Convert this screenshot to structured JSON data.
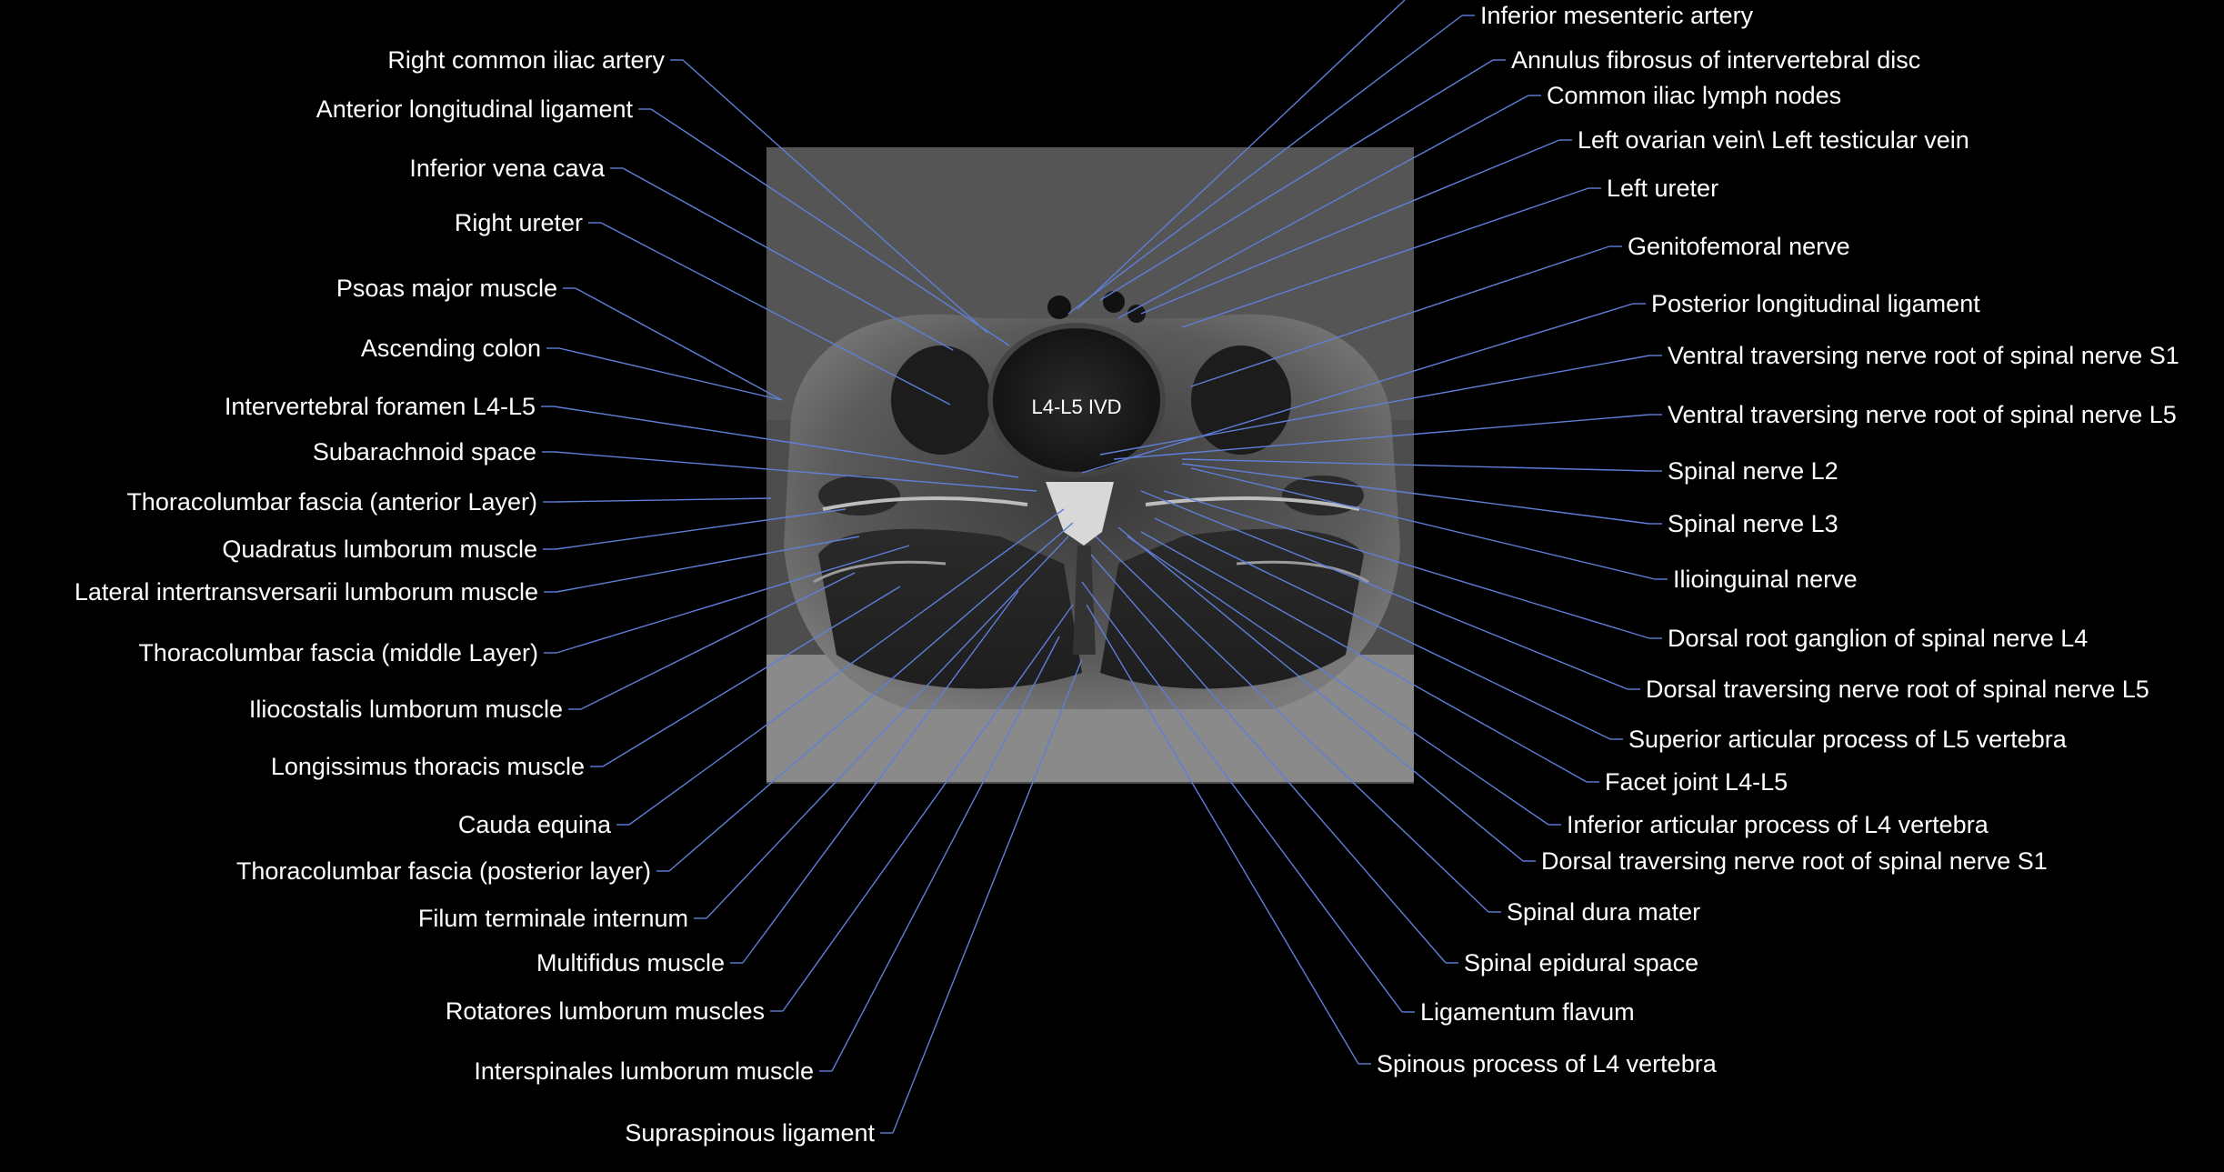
{
  "colors": {
    "background": "#000000",
    "label": "#ffffff",
    "leader": "#5f7fd8"
  },
  "image": {
    "kind": "axial MRI of lumbar spine",
    "inner_label": "L4-L5 IVD"
  },
  "labels_left": [
    "Right common iliac artery",
    "Anterior longitudinal ligament",
    "Inferior vena cava",
    "Right ureter",
    "Psoas major muscle",
    "Ascending colon",
    "Intervertebral foramen L4-L5",
    "Subarachnoid space",
    "Thoracolumbar fascia (anterior Layer)",
    "Quadratus lumborum muscle",
    "Lateral intertransversarii lumborum muscle",
    "Thoracolumbar fascia (middle Layer)",
    "Iliocostalis lumborum muscle",
    "Longissimus thoracis muscle",
    "Cauda equina",
    "Thoracolumbar fascia (posterior layer)",
    "Filum terminale internum",
    "Multifidus muscle",
    "Rotatores lumborum muscles",
    "Interspinales lumborum muscle",
    "Supraspinous ligament"
  ],
  "labels_right": [
    "Inferior mesenteric artery",
    "Annulus fibrosus of intervertebral disc",
    "Common iliac lymph nodes",
    "Left ovarian vein\\ Left testicular vein",
    "Left ureter",
    "Genitofemoral nerve",
    "Posterior longitudinal ligament",
    "Ventral traversing nerve root of spinal nerve S1",
    "Ventral traversing nerve root of spinal nerve L5",
    "Spinal nerve L2",
    "Spinal nerve L3",
    "Ilioinguinal nerve",
    "Dorsal root ganglion of spinal nerve L4",
    "Dorsal traversing nerve root of spinal nerve L5",
    "Superior articular process of L5 vertebra",
    "Facet joint L4-L5",
    "Inferior articular process of L4 vertebra",
    "Dorsal traversing nerve root of spinal nerve S1",
    "Spinal dura mater",
    "Spinal epidural space",
    "Ligamentum flavum",
    "Spinous process of L4 vertebra"
  ]
}
